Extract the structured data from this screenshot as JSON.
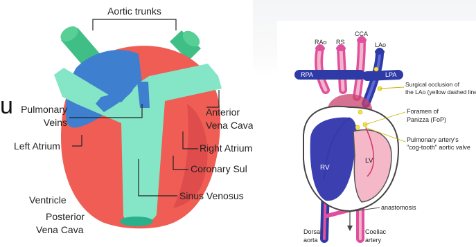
{
  "colors": {
    "artery_red": "#ef5d55",
    "vein_blue": "#3f7fcf",
    "sinus_teal": "#84e6c6",
    "aortic_green": "#3fbf86",
    "label_text": "#222222",
    "dark_blue": "#2e3aa6",
    "pink": "#f2b6c8",
    "magenta": "#e0509e",
    "yellow": "#f4e34a"
  },
  "left_diagram": {
    "partial_glyph": "u",
    "labels": {
      "aortic_trunks": "Aortic trunks",
      "pulmonary_veins_line1": "Pulmonary",
      "pulmonary_veins_line2": "Veins",
      "left_atrium": "Left Atrium",
      "ventricle": "Ventricle",
      "posterior_line1": "Posterior",
      "posterior_line2": "Vena Cava",
      "anterior_line1": "Anterior",
      "anterior_line2": "Vena Cava",
      "right_atrium": "Right Atrium",
      "coronary": "Coronary Sul",
      "sinus_venosus": "Sinus Venosus"
    }
  },
  "right_diagram": {
    "labels": {
      "rao": "RAo",
      "rs": "RS",
      "cca": "CCA",
      "lao": "LAo",
      "rpa": "RPA",
      "lpa": "LPA",
      "surgical_line1": "Surgical occlusion of",
      "surgical_line2": "the LAo (yellow dashed line)",
      "foramen_line1": "Foramen of",
      "foramen_line2": "Panizza (FoP)",
      "pulmonary_line1": "Pulmonary artery's",
      "pulmonary_line2": "\"cog-tooth\" aortic valve",
      "rv": "RV",
      "lv": "LV",
      "anastomosis": "anastomosis",
      "dorsal_line1": "Dorsal",
      "dorsal_line2": "aorta",
      "coeliac_line1": "Coeliac",
      "coeliac_line2": "artery"
    }
  }
}
